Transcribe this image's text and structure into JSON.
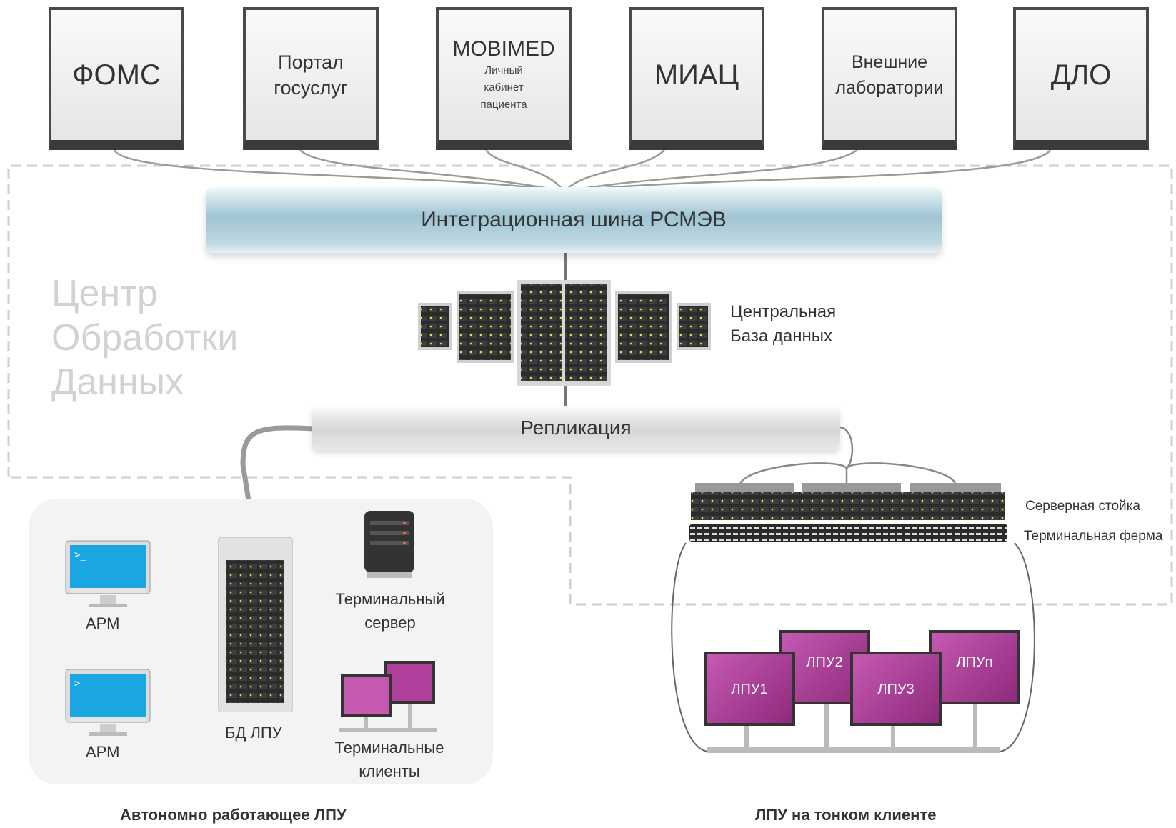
{
  "external_systems": [
    {
      "name": "ФОМС"
    },
    {
      "name": "Портал госуслуг",
      "line1": "Портал",
      "line2": "госуслуг"
    },
    {
      "name": "MOBIMED",
      "sub1": "Личный",
      "sub2": "кабинет",
      "sub3": "пациента"
    },
    {
      "name": "МИАЦ"
    },
    {
      "name": "Внешние лаборатории",
      "line1": "Внешние",
      "line2": "лаборатории"
    },
    {
      "name": "ДЛО"
    }
  ],
  "integration_bus": {
    "label": "Интеграционная шина РСМЭВ"
  },
  "data_center": {
    "line1": "Центр",
    "line2": "Обработки",
    "line3": "Данных"
  },
  "central_db": {
    "line1": "Центральная",
    "line2": "База данных"
  },
  "replication": {
    "label": "Репликация"
  },
  "autonomous": {
    "arm1": "АРМ",
    "arm2": "АРМ",
    "db": "БД ЛПУ",
    "terminal_server_line1": "Терминальный",
    "terminal_server_line2": "сервер",
    "terminal_clients_line1": "Терминальные",
    "terminal_clients_line2": "клиенты",
    "title": "Автономно работающее ЛПУ"
  },
  "thin_client": {
    "server_rack": "Серверная стойка",
    "terminal_farm": "Терминальная ферма",
    "clients": [
      "ЛПУ1",
      "ЛПУ2",
      "ЛПУ3",
      "ЛПУn"
    ],
    "title": "ЛПУ на тонком клиенте"
  },
  "colors": {
    "bus_blue": "#9fc4d1",
    "arm_screen": "#1aa6e0",
    "thin_client_magenta": "#b0409c",
    "dc_title_gray": "#d2d2d2"
  }
}
